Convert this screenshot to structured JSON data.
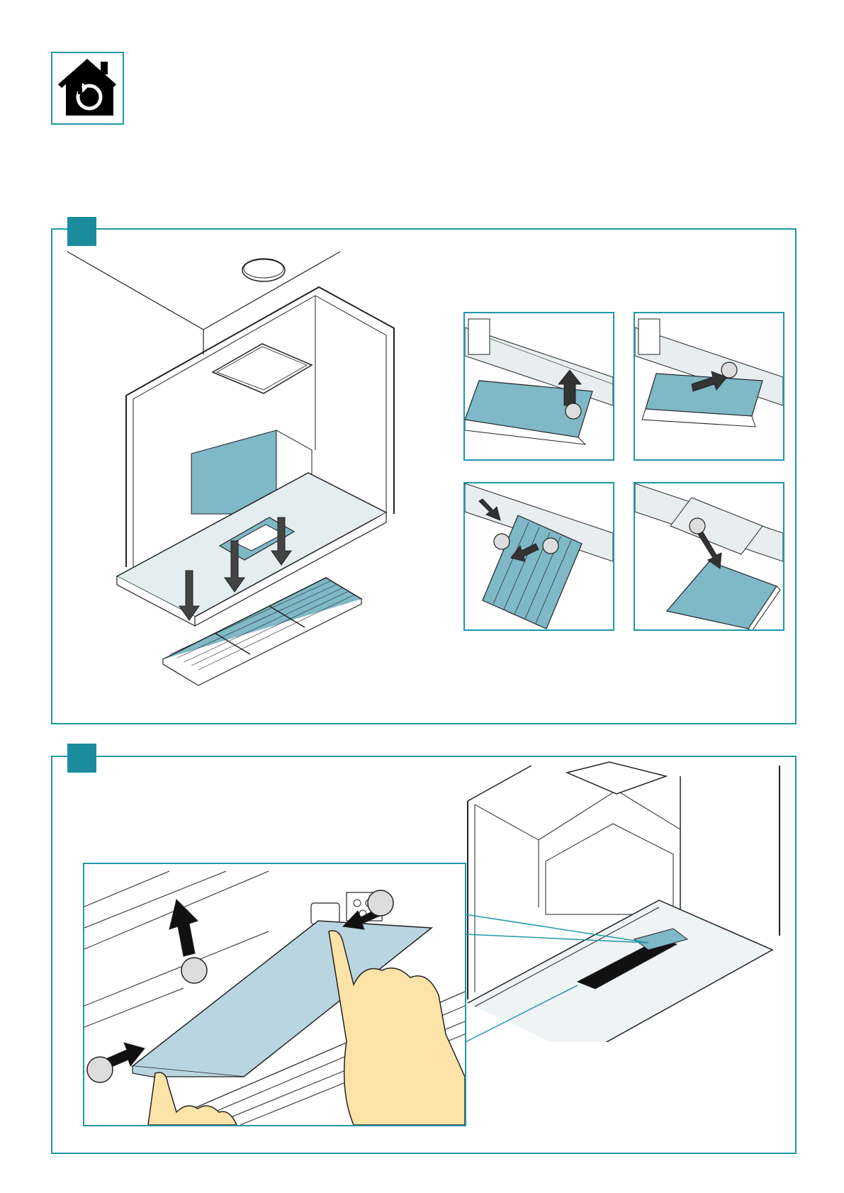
{
  "icon": {
    "name": "home-refresh-icon",
    "border_color": "#1f98a6",
    "fill_color": "#000000"
  },
  "colors": {
    "accent": "#1f98a6",
    "badge": "#1a8c9b",
    "filter_fill": "#7fb8c7",
    "panel_fill": "#b9d6e0",
    "skin": "#fde3a8",
    "line": "#222222"
  },
  "step1": {
    "badge_label": "",
    "frames": [
      {
        "name": "detail-lift-filter",
        "callout": ""
      },
      {
        "name": "detail-slide-filter",
        "callout": ""
      },
      {
        "name": "detail-tilt-filter",
        "callout": ""
      },
      {
        "name": "detail-remove-filter",
        "callout": ""
      }
    ]
  },
  "step2": {
    "badge_label": "",
    "callouts": [
      "",
      "",
      ""
    ]
  }
}
